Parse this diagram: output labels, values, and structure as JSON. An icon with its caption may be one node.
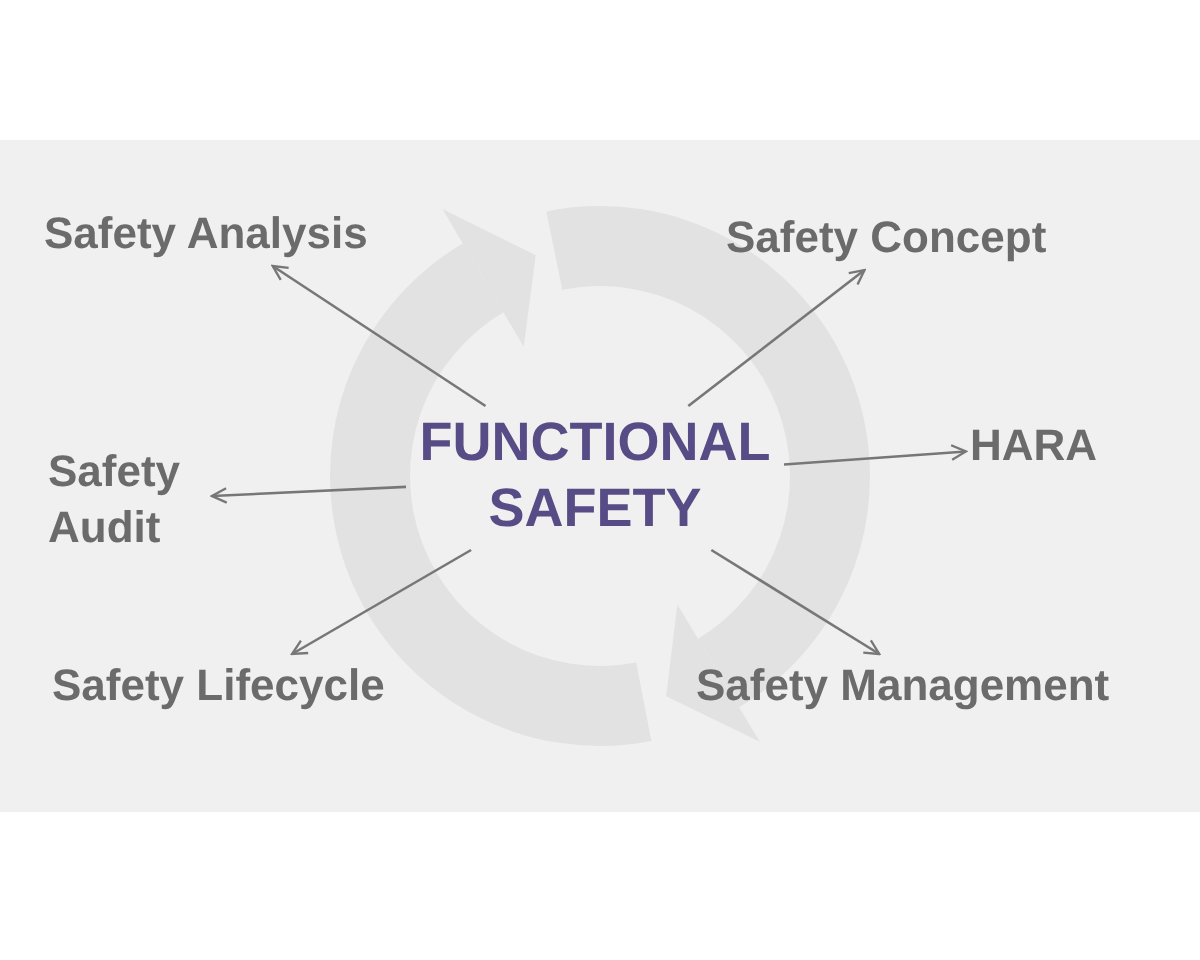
{
  "diagram": {
    "nodes": [
      {
        "text": [
          "FUNCTIONAL SAFETY"
        ]
      },
      {
        "text": [
          "Safety Analysis"
        ]
      },
      {
        "text": [
          "Safety Concept"
        ]
      },
      {
        "text": [
          "Safety Audit"
        ]
      },
      {
        "text": [
          "HARA"
        ]
      },
      {
        "text": [
          "Safety Lifecycle"
        ]
      },
      {
        "text": [
          "Safety Management"
        ]
      }
    ],
    "edges": [
      {
        "from": 0,
        "to": 1,
        "arrow": "to"
      },
      {
        "from": 0,
        "to": 2,
        "arrow": "to"
      },
      {
        "from": 0,
        "to": 3,
        "arrow": "to"
      },
      {
        "from": 0,
        "to": 4,
        "arrow": "to"
      },
      {
        "from": 0,
        "to": 5,
        "arrow": "to"
      },
      {
        "from": 0,
        "to": 6,
        "arrow": "to"
      }
    ]
  }
}
